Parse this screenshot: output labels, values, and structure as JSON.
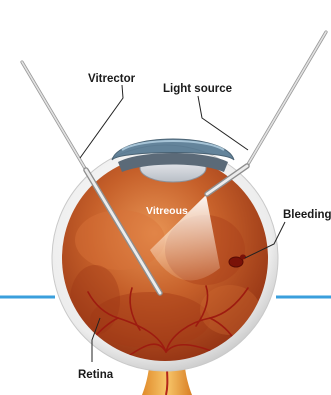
{
  "diagram": {
    "labels": {
      "vitrector": "Vitrector",
      "light_source": "Light source",
      "vitreous": "Vitreous",
      "bleeding": "Bleeding",
      "retina": "Retina"
    },
    "colors": {
      "background": "#ffffff",
      "sclera": "#e6e6e6",
      "eye_interior": "#b94a1c",
      "eye_interior_light": "#e0803c",
      "lens": "#d9dde3",
      "cornea": "#4a6f8a",
      "optic_nerve": "#f2b14a",
      "instrument": "#d7d7d7",
      "horizon_line": "#3a9fdc",
      "blood_vessel": "#9e1b10",
      "leader_line": "#222222"
    }
  }
}
